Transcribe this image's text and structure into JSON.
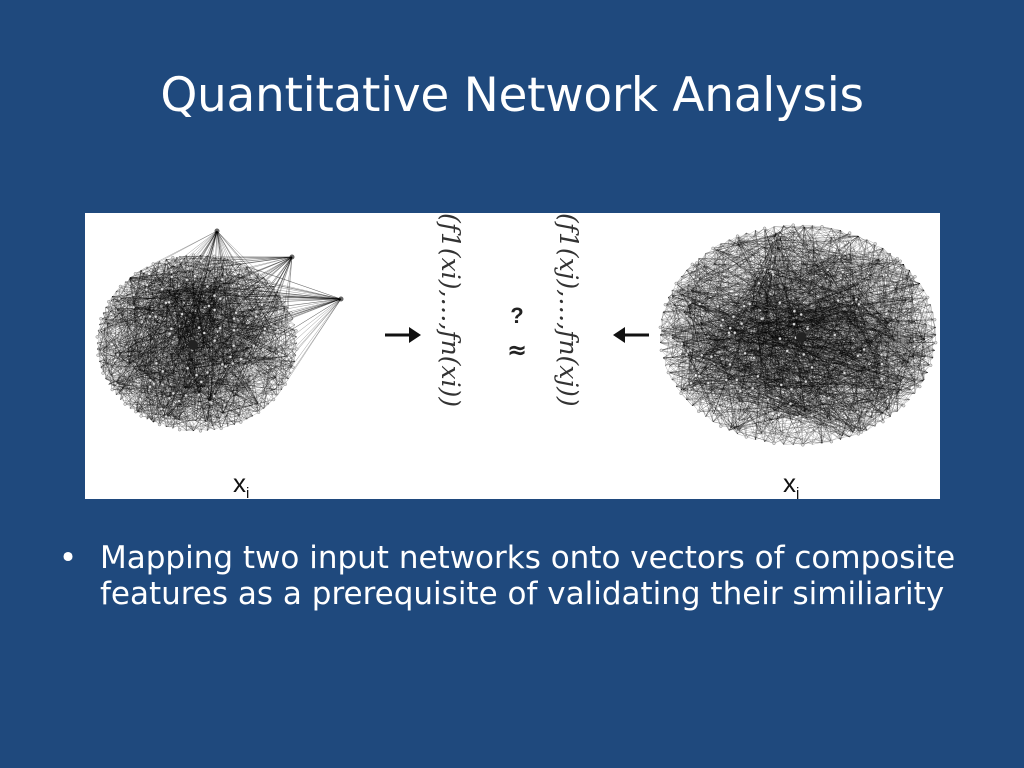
{
  "slide": {
    "title": "Quantitative Network Analysis",
    "figure": {
      "vector_i": "(f1(xi),…,fn(xi))",
      "vector_j": "(f1(xj),…,fn(xj))",
      "question_mark": "?",
      "approx_symbol": "≈",
      "label_i_base": "x",
      "label_i_sub": "i",
      "label_j_base": "x",
      "label_j_sub": "j",
      "left_arrow_icon": "arrow-right-icon",
      "right_arrow_icon": "arrow-left-icon"
    },
    "bullets": [
      {
        "marker": "•",
        "text": "Mapping two input networks onto vectors of composite features as a prerequisite of validating their similiarity"
      }
    ]
  },
  "colors": {
    "background": "#1f497d",
    "text": "#ffffff",
    "figure_background": "#ffffff"
  }
}
